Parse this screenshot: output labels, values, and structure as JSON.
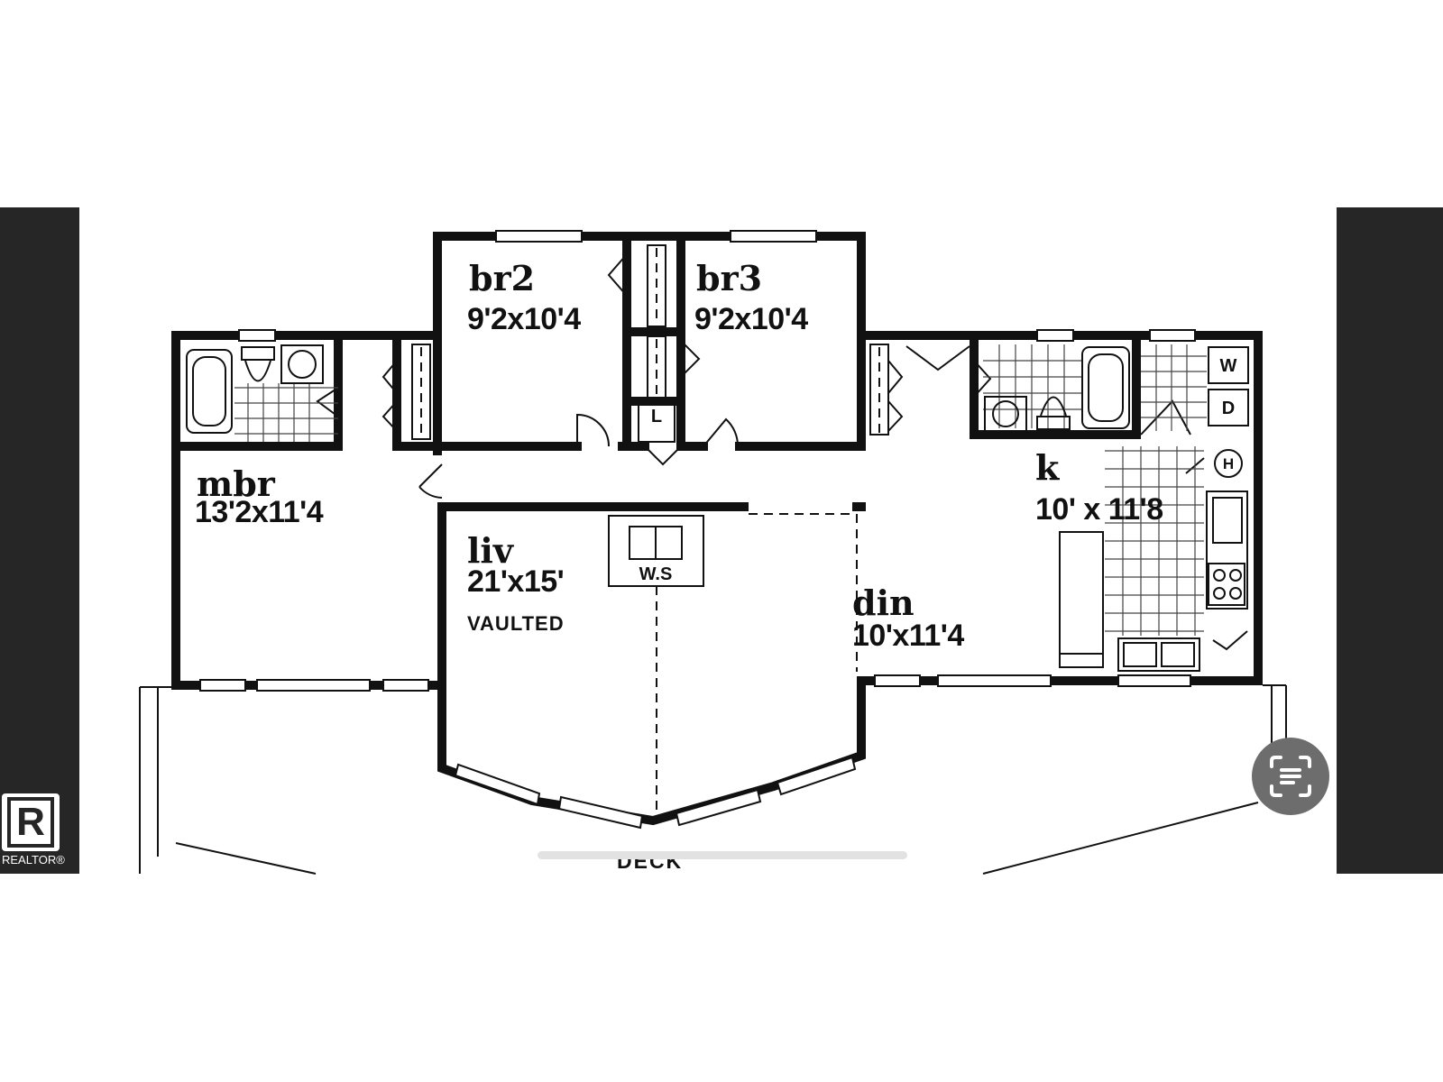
{
  "rooms": {
    "br2": {
      "name": "br2",
      "size": "9'2x10'4"
    },
    "br3": {
      "name": "br3",
      "size": "9'2x10'4"
    },
    "mbr": {
      "name": "mbr",
      "size": "13'2x11'4"
    },
    "liv": {
      "name": "liv",
      "size": "21'x15'",
      "note": "VAULTED"
    },
    "din": {
      "name": "din",
      "size": "10'x11'4"
    },
    "k": {
      "name": "k",
      "size": "10' x 11'8"
    }
  },
  "fixtures": {
    "woodstove": "W.S",
    "linen": "L",
    "washer": "W",
    "dryer": "D",
    "hot_water": "H"
  },
  "deck_label": "DECK",
  "watermark": {
    "text": "REALTOR®"
  },
  "icons": {
    "logo": "realtor-r-logo",
    "scan": "text-scan-icon"
  },
  "colors": {
    "side_bars": "#262626",
    "scan_button": "#6d6d6d",
    "line": "#111111"
  }
}
